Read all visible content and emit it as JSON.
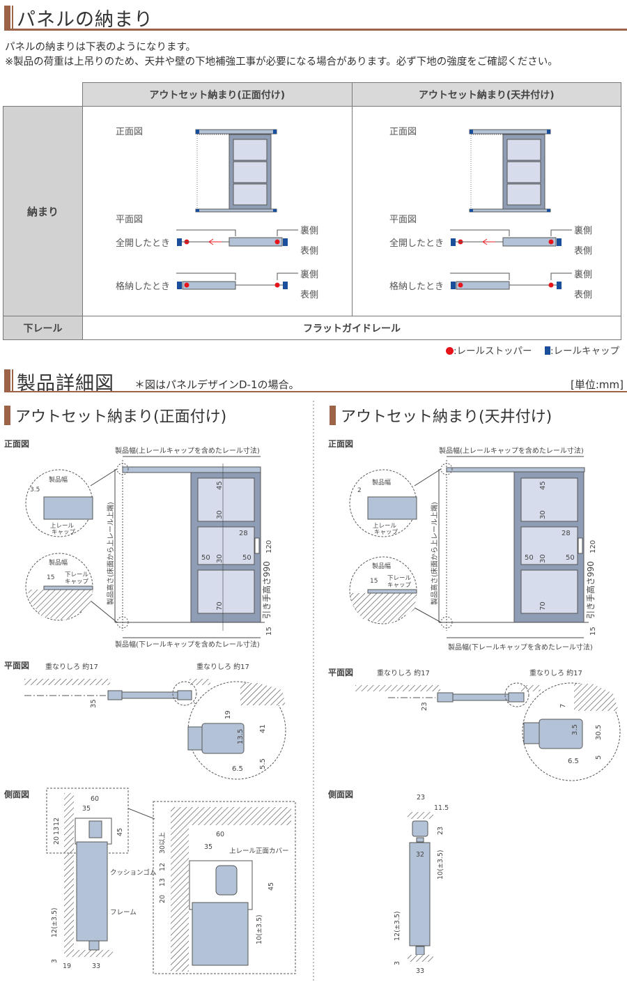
{
  "section1": {
    "title": "パネルの納まり",
    "intro": [
      "パネルの納まりは下表のようになります。",
      "※製品の荷重は上吊りのため、天井や壁の下地補強工事が必要になる場合があります。必ず下地の強度をご確認ください。"
    ],
    "table": {
      "headers": [
        "アウトセット納まり(正面付け)",
        "アウトセット納まり(天井付け)"
      ],
      "row_labels": [
        "納まり",
        "下レール"
      ],
      "rail_value": "フラットガイドレール",
      "diagram_labels": {
        "front": "正面図",
        "plan": "平面図",
        "open": "全開したとき",
        "stored": "格納したとき",
        "back": "裏側",
        "front_side": "表側"
      }
    },
    "legend": {
      "stopper": ":レールストッパー",
      "cap": ":レールキャップ",
      "stopper_color": "#e8141b",
      "cap_color": "#1a4f9c"
    }
  },
  "section2": {
    "title": "製品詳細図",
    "note": "＊図はパネルデザインD-1の場合。",
    "unit": "[単位:mm]",
    "left": {
      "title": "アウトセット納まり(正面付け)",
      "front_label": "正面図",
      "top_width": "製品幅(上レールキャップを含めたレール寸法)",
      "bottom_width": "製品幅(下レールキャップを含めたレール寸法)",
      "height": "製品高さ(床面から上レール上端)",
      "handle_height": "引き手高さ990",
      "detail_top": {
        "width": "製品幅",
        "offset": "3.5",
        "cap": [
          "上レール",
          "キャップ"
        ]
      },
      "detail_bottom": {
        "width": "製品幅",
        "offset": "15",
        "cap": [
          "下レール",
          "キャップ"
        ]
      },
      "dims": {
        "d45": "45",
        "d30a": "30",
        "d30b": "30",
        "d70": "70",
        "d28": "28",
        "d120": "120",
        "d50a": "50",
        "d50b": "50",
        "d15": "15"
      },
      "plan_label": "平面図",
      "overlap": "重なりしろ 約17",
      "plan_dims": {
        "d35": "35",
        "d19": "19",
        "d13_5": "13.5",
        "d41": "41",
        "d6_5": "6.5",
        "d5_5": "5.5"
      },
      "side_label": "側面図",
      "side_dims": {
        "d60": "60",
        "d35": "35",
        "d12": "12",
        "d13": "13",
        "d20": "20",
        "d45": "45",
        "d12pm": "12(±3.5)",
        "d3": "3",
        "d19": "19",
        "d33": "33",
        "d30": "30以上",
        "d10pm": "10(±3.5)"
      },
      "side_labels": {
        "cushion": "クッションゴム",
        "frame": "フレーム",
        "rail": "上レール",
        "cover": "正面カバー"
      }
    },
    "right": {
      "title": "アウトセット納まり(天井付け)",
      "front_label": "正面図",
      "top_width": "製品幅(上レールキャップを含めたレール寸法)",
      "bottom_width": "製品幅(下レールキャップを含めたレール寸法)",
      "height": "製品高さ(床面から上レール上端)",
      "handle_height": "引き手高さ990",
      "detail_top": {
        "width": "製品幅",
        "offset": "2",
        "cap": [
          "上レール",
          "キャップ"
        ]
      },
      "detail_bottom": {
        "width": "製品幅",
        "offset": "15",
        "cap": [
          "下レール",
          "キャップ"
        ]
      },
      "dims": {
        "d45": "45",
        "d30a": "30",
        "d30b": "30",
        "d70": "70",
        "d28": "28",
        "d120": "120",
        "d50a": "50",
        "d50b": "50",
        "d15": "15"
      },
      "plan_label": "平面図",
      "overlap": "重なりしろ 約17",
      "plan_dims": {
        "d23": "23",
        "d7": "7",
        "d3_5": "3.5",
        "d30_5": "30.5",
        "d6_5": "6.5",
        "d5": "5"
      },
      "side_label": "側面図",
      "side_dims": {
        "d23a": "23",
        "d11_5": "11.5",
        "d23b": "23",
        "d32": "32",
        "d10pm": "10(±3.5)",
        "d12pm": "12(±3.5)",
        "d3": "3",
        "d33": "33"
      }
    }
  }
}
